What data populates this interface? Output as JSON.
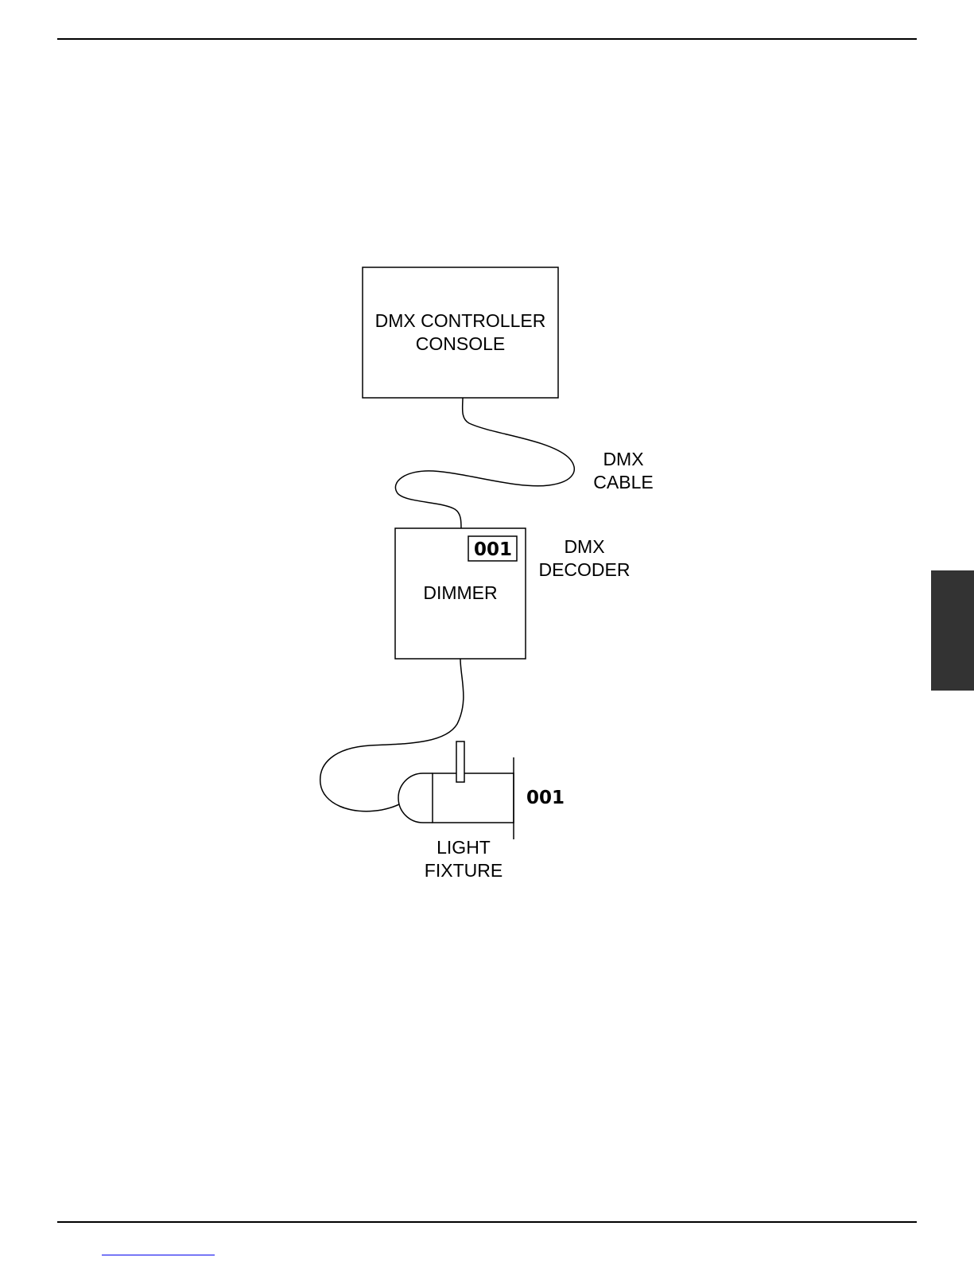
{
  "diagram": {
    "console_label": [
      "DMX CONTROLLER",
      "CONSOLE"
    ],
    "cable_label": [
      "DMX",
      "CABLE"
    ],
    "decoder_label": [
      "DMX",
      "DECODER"
    ],
    "dimmer_label": "DIMMER",
    "dimmer_address": "001",
    "fixture_label": [
      "LIGHT",
      "FIXTURE"
    ],
    "fixture_address": "001"
  },
  "colors": {
    "line": "#000000",
    "tab": "#333333"
  }
}
